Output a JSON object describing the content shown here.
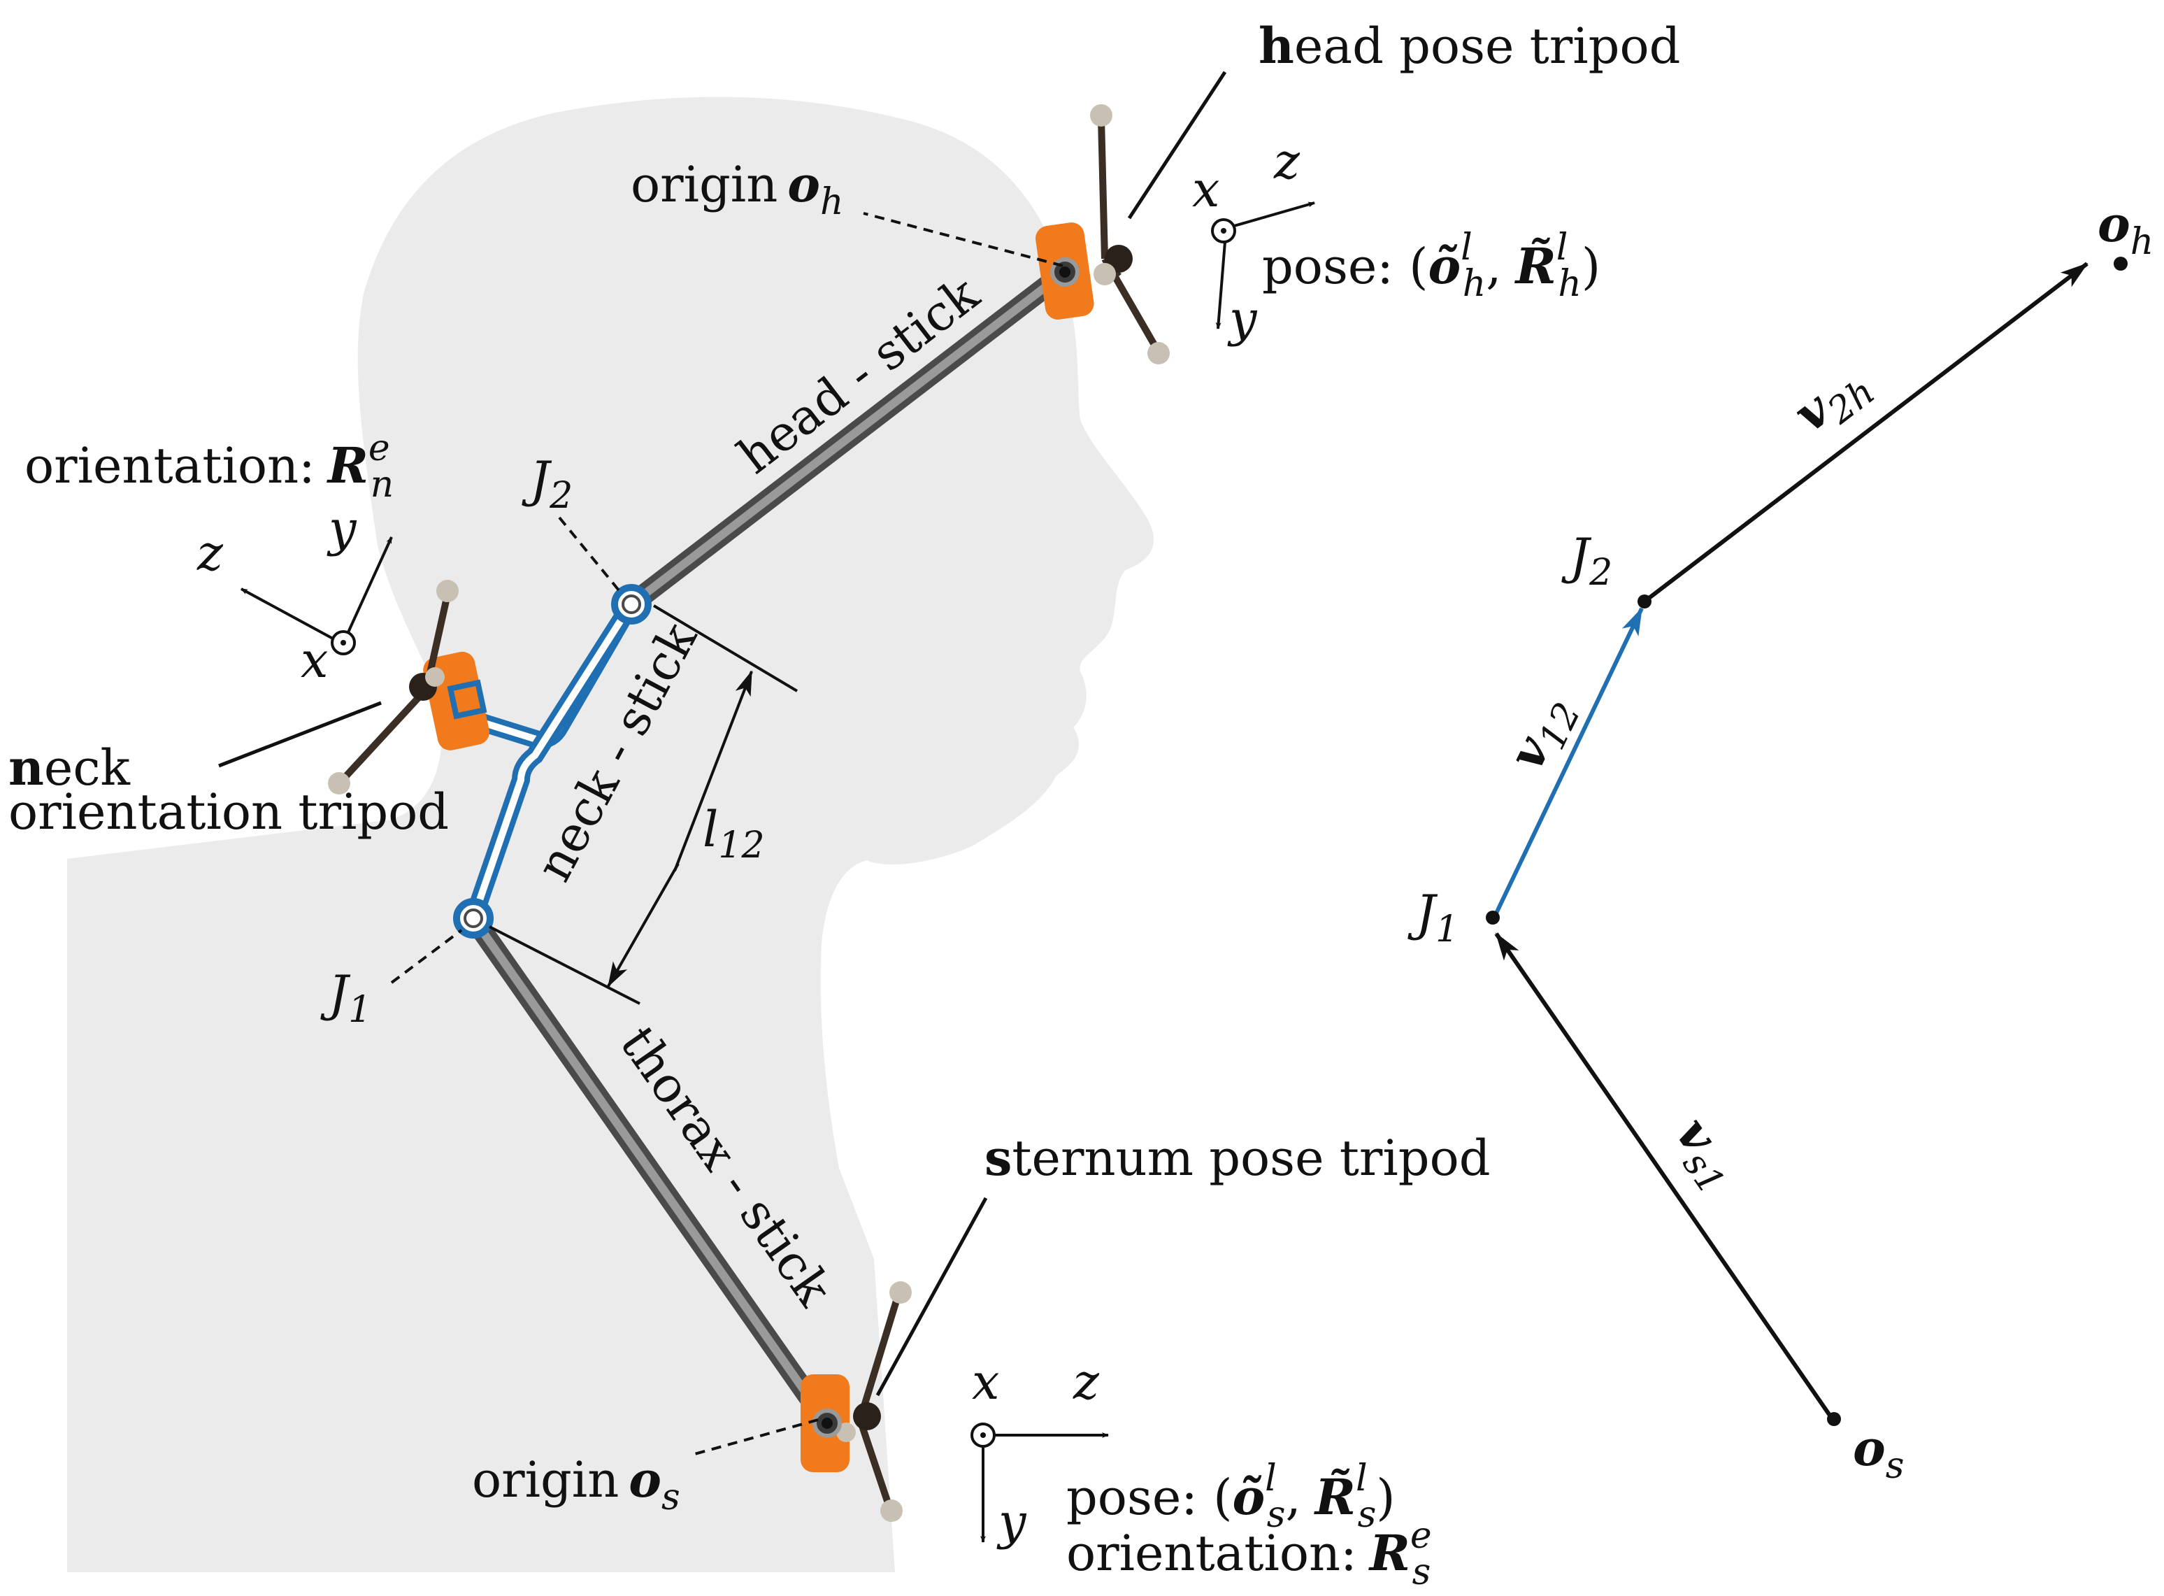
{
  "colors": {
    "silhouette": "#ebebeb",
    "stick_outer": "#4a4a4a",
    "stick_inner": "#9a9a9a",
    "joint_blue": "#1f6fb2",
    "marker_orange": "#f07a1c",
    "vector_black": "#111111",
    "vector_blue": "#1f6fb2"
  },
  "labels": {
    "head_tripod_initial": "h",
    "head_tripod_rest": "ead pose tripod",
    "head_origin_word": "origin",
    "head_origin_sym": "o",
    "head_origin_sub": "h",
    "head_axis_x": "x",
    "head_axis_y": "y",
    "head_axis_z": "z",
    "head_pose_prefix": "pose: (",
    "head_pose_o": "õ",
    "head_pose_o_sup": "l",
    "head_pose_o_sub": "h",
    "head_pose_sep": ",",
    "head_pose_r": "R̃",
    "head_pose_r_sup": "l",
    "head_pose_r_sub": "h",
    "head_pose_suffix": ")",
    "head_stick": "head - stick",
    "neck_orientation_prefix": "orientation:",
    "neck_orientation_sym": "R",
    "neck_orientation_sup": "e",
    "neck_orientation_sub": "n",
    "neck_axis_x": "x",
    "neck_axis_y": "y",
    "neck_axis_z": "z",
    "neck_tripod_initial": "n",
    "neck_tripod_rest": "eck",
    "neck_tripod_line2": "orientation tripod",
    "neck_stick": "neck - stick",
    "joint2": "J",
    "joint2_sub": "2",
    "joint1": "J",
    "joint1_sub": "1",
    "length": "l",
    "length_sub": "12",
    "thorax_stick": "thorax - stick",
    "sternum_tripod_initial": "s",
    "sternum_tripod_rest": "ternum pose tripod",
    "sternum_origin_word": "origin",
    "sternum_origin_sym": "o",
    "sternum_origin_sub": "s",
    "sternum_axis_x": "x",
    "sternum_axis_y": "y",
    "sternum_axis_z": "z",
    "sternum_pose_prefix": "pose: (",
    "sternum_pose_o": "õ",
    "sternum_pose_o_sup": "l",
    "sternum_pose_o_sub": "s",
    "sternum_pose_sep": ",",
    "sternum_pose_r": "R̃",
    "sternum_pose_r_sup": "l",
    "sternum_pose_r_sub": "s",
    "sternum_pose_suffix": ")",
    "sternum_orientation_prefix": "orientation:",
    "sternum_orientation_sym": "R",
    "sternum_orientation_sup": "e",
    "sternum_orientation_sub": "s"
  },
  "vector_diagram": {
    "oh_sym": "o",
    "oh_sub": "h",
    "v2h_sym": "v",
    "v2h_sub": "2h",
    "j2_sym": "J",
    "j2_sub": "2",
    "v12_sym": "v",
    "v12_sub": "12",
    "j1_sym": "J",
    "j1_sub": "1",
    "vs1_sym": "v",
    "vs1_sub": "s1",
    "os_sym": "o",
    "os_sub": "s"
  }
}
